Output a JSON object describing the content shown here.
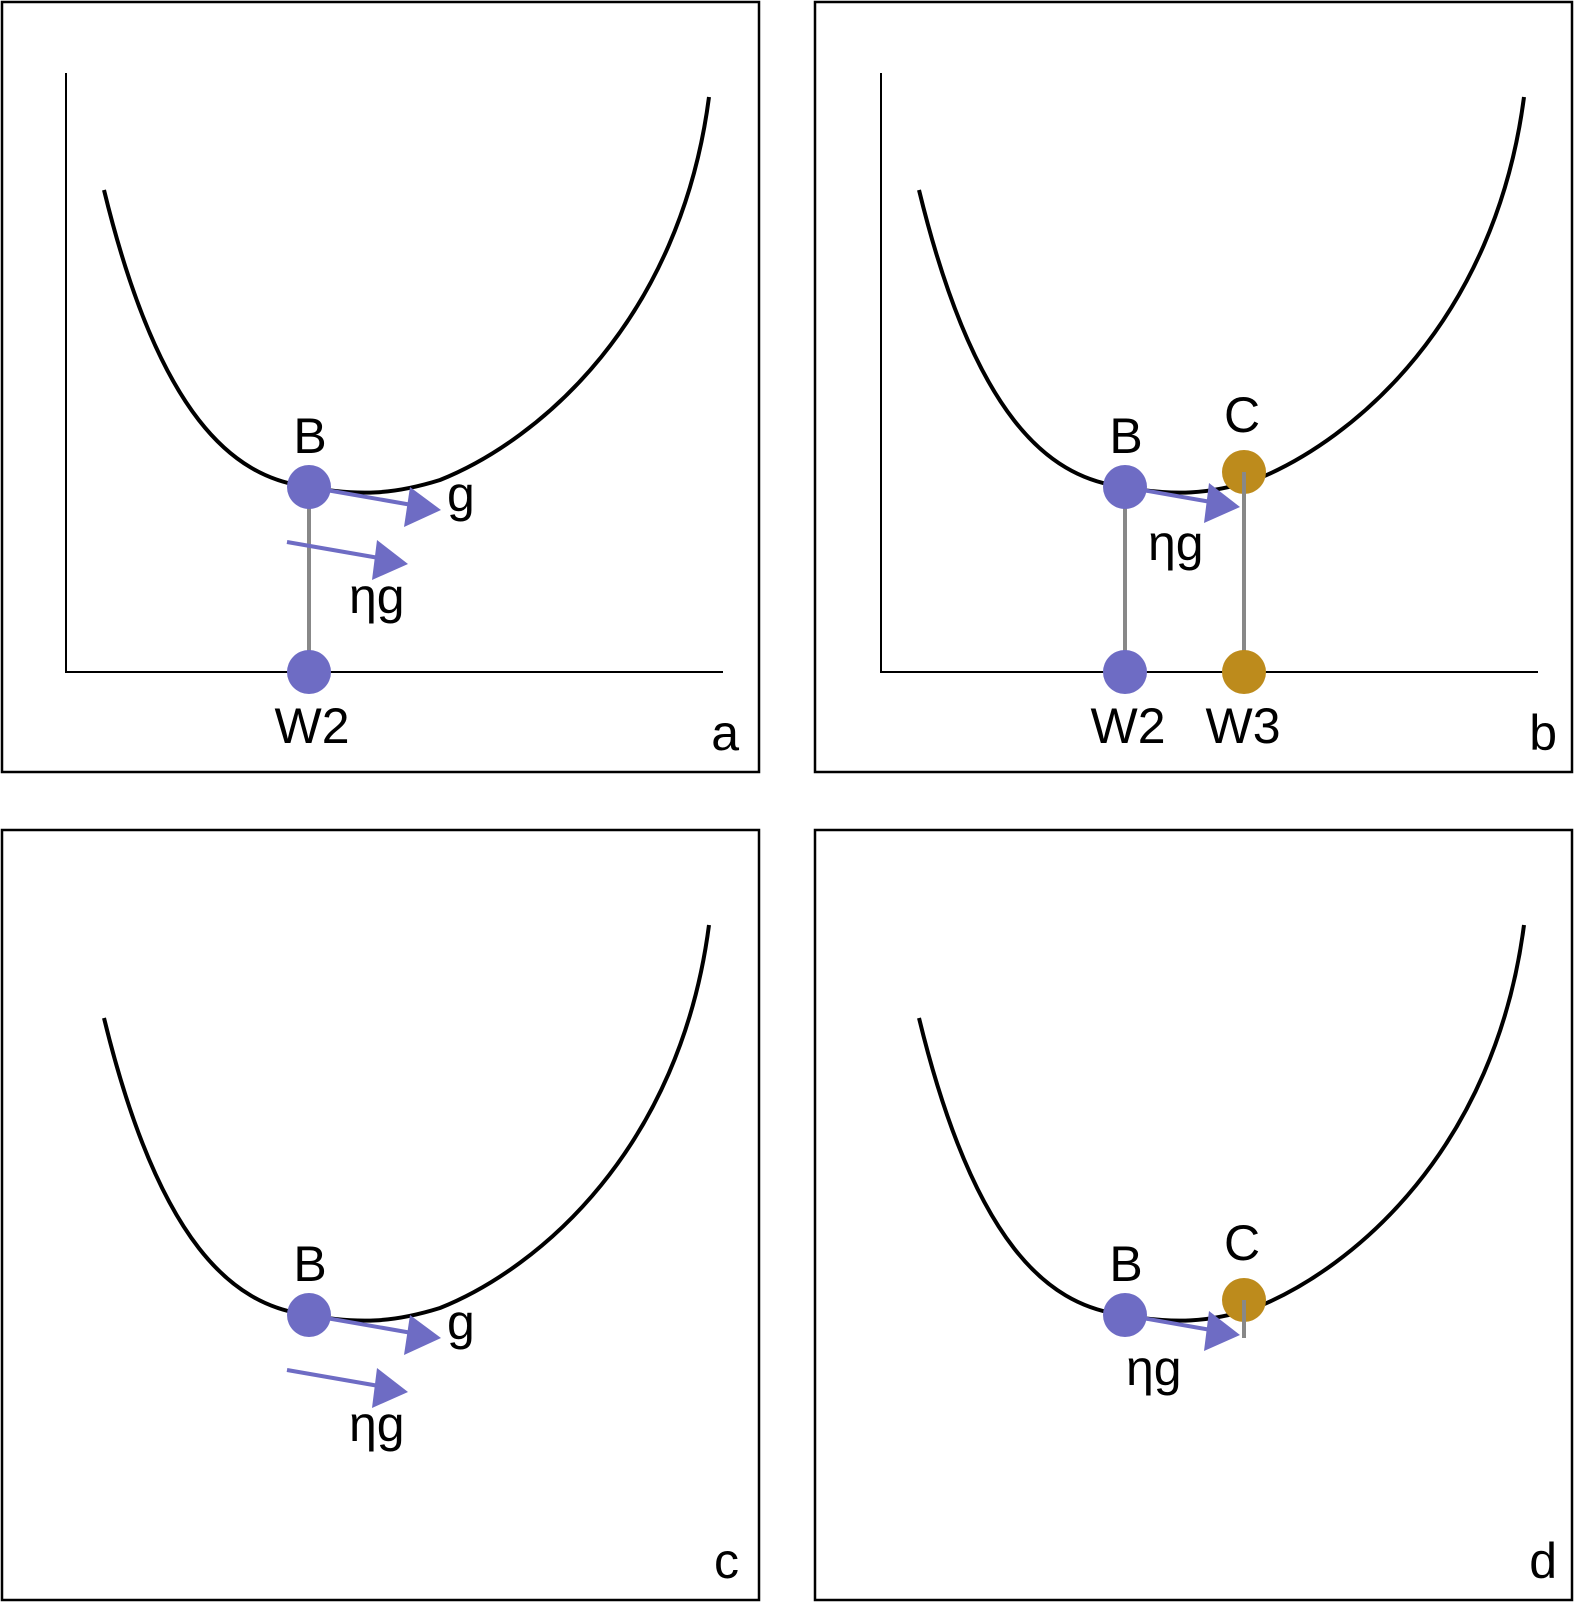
{
  "colors": {
    "point_blue": "#6e6cc4",
    "point_gold": "#bd8b1c",
    "guide_gray": "#888888",
    "curve": "#000000"
  },
  "panels": {
    "a": {
      "letter": "a",
      "point_b": "B",
      "gradient": "g",
      "step": "ηg",
      "weight": "W2"
    },
    "b": {
      "letter": "b",
      "point_b": "B",
      "point_c": "C",
      "step": "ηg",
      "weight_2": "W2",
      "weight_3": "W3"
    },
    "c": {
      "letter": "c",
      "point_b": "B",
      "gradient": "g",
      "step": "ηg"
    },
    "d": {
      "letter": "d",
      "point_b": "B",
      "point_c": "C",
      "step": "ηg"
    }
  }
}
